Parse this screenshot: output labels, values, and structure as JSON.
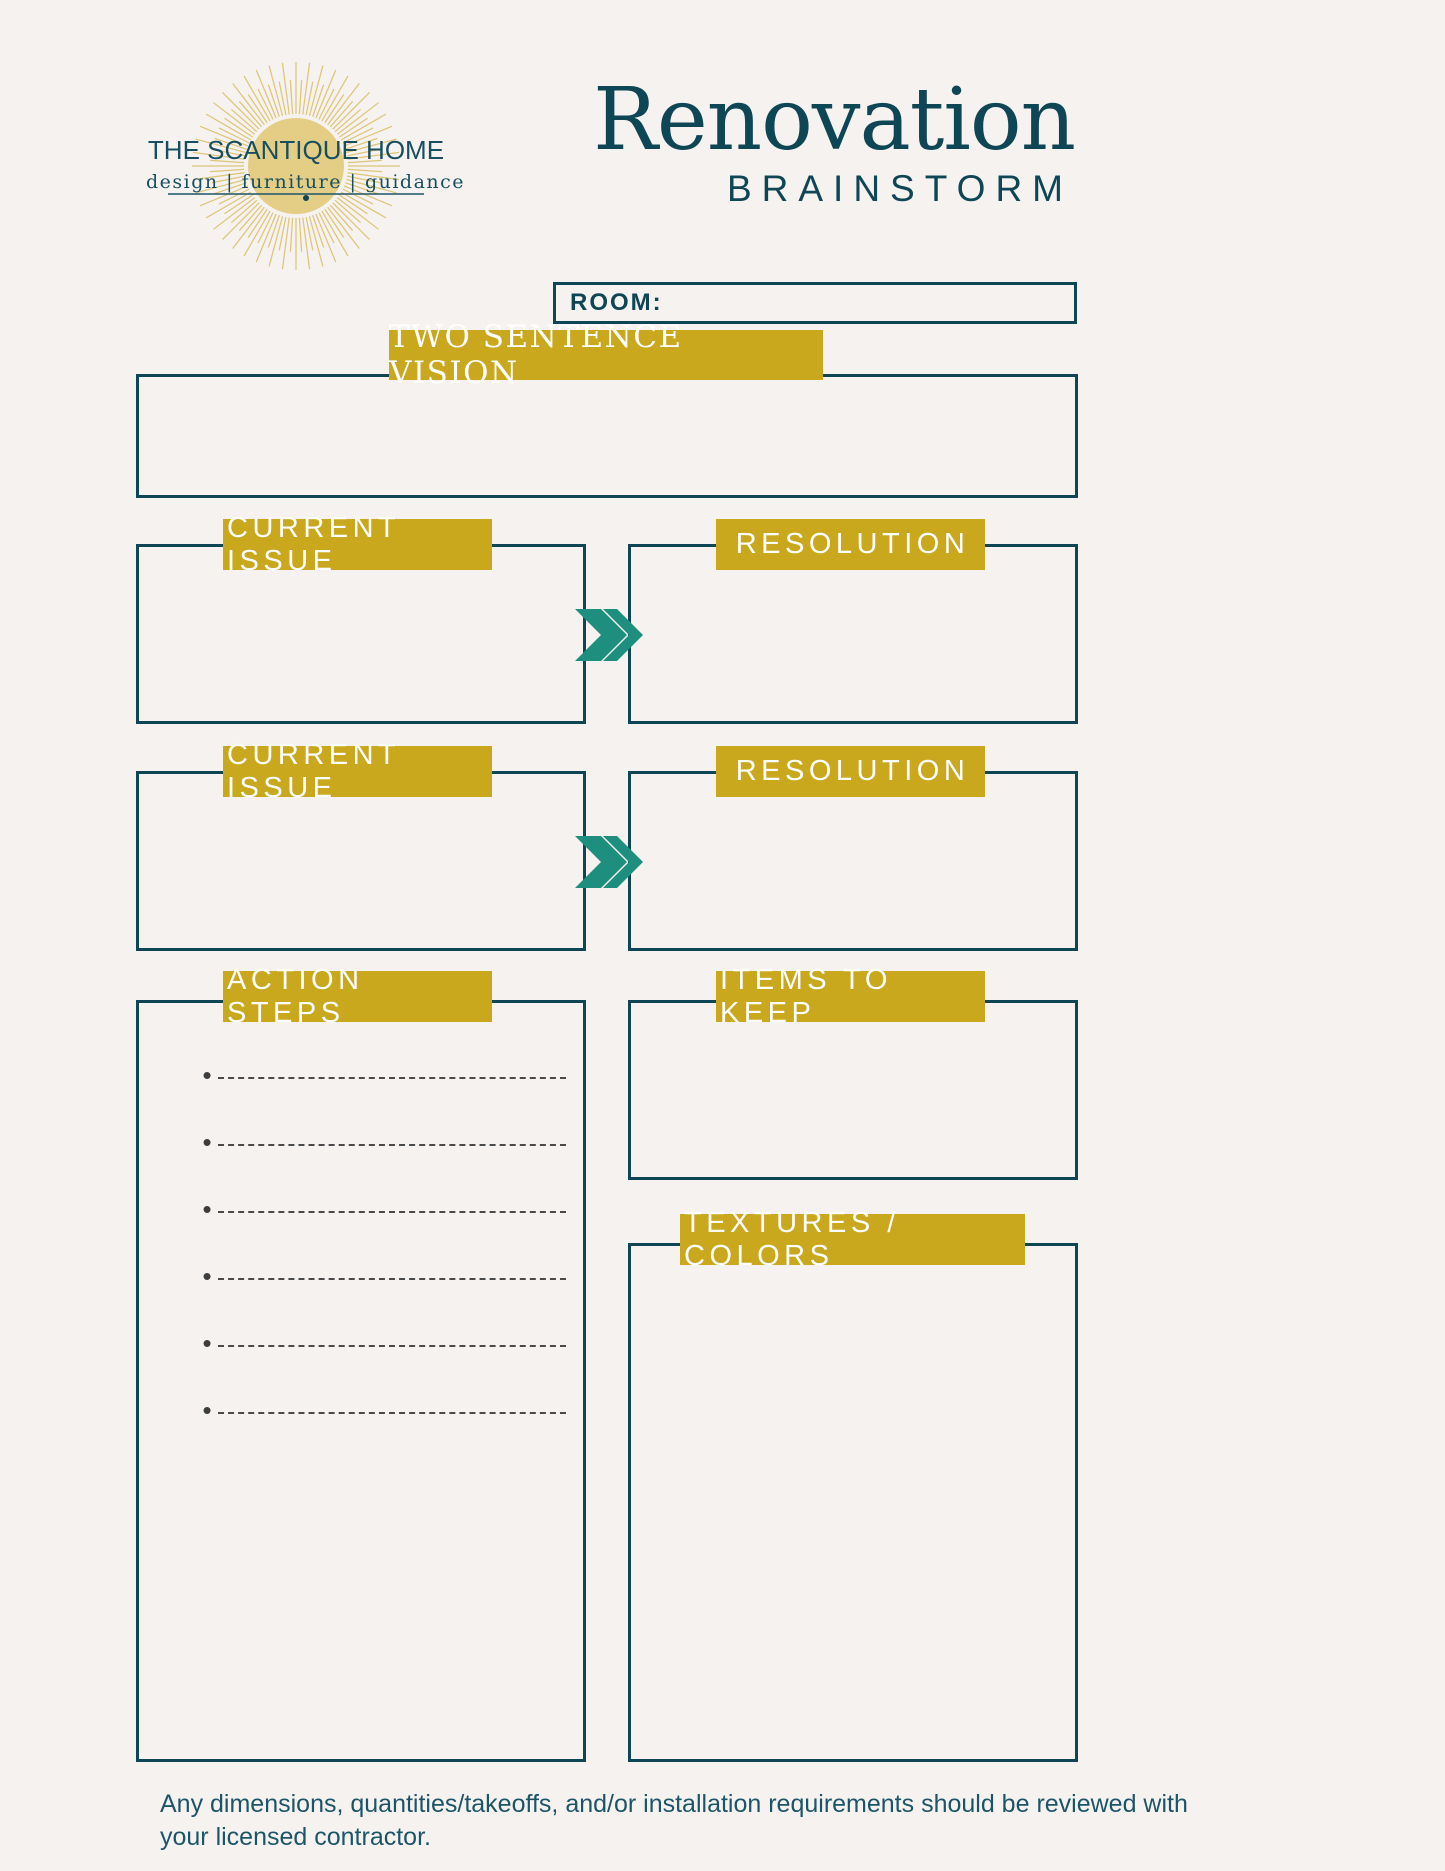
{
  "document": {
    "background_color": "#f6f2f0",
    "accent_gold": "#c9a81e",
    "accent_teal": "#0e4656",
    "accent_green": "#1e8f7e",
    "logo_gold": "#e0c878"
  },
  "logo": {
    "name": "THE SCANTIQUE HOME",
    "tagline": "design | furniture | guidance",
    "icon": "sunburst-icon"
  },
  "header": {
    "title": "Renovation",
    "subtitle": "BRAINSTORM"
  },
  "room": {
    "label": "ROOM:",
    "value": "",
    "placeholder": ""
  },
  "sections": {
    "vision": {
      "label": "TWO SENTENCE VISION",
      "value": ""
    },
    "current_issue_1": {
      "label": "CURRENT ISSUE",
      "value": ""
    },
    "resolution_1": {
      "label": "RESOLUTION",
      "value": ""
    },
    "current_issue_2": {
      "label": "CURRENT ISSUE",
      "value": ""
    },
    "resolution_2": {
      "label": "RESOLUTION",
      "value": ""
    },
    "action_steps": {
      "label": "ACTION STEPS",
      "value": ""
    },
    "items_to_keep": {
      "label": "ITEMS TO KEEP",
      "value": ""
    },
    "textures_colors": {
      "label": "TEXTURES / COLORS",
      "value": ""
    }
  },
  "arrows": [
    {
      "name": "double-chevron-icon",
      "glyph": "»"
    },
    {
      "name": "double-chevron-icon",
      "glyph": "»"
    }
  ],
  "action_step_lines": [
    {
      "bullet": "•",
      "value": ""
    },
    {
      "bullet": "•",
      "value": ""
    },
    {
      "bullet": "•",
      "value": ""
    },
    {
      "bullet": "•",
      "value": ""
    },
    {
      "bullet": "•",
      "value": ""
    },
    {
      "bullet": "•",
      "value": ""
    }
  ],
  "footer": {
    "text": "Any dimensions, quantities/takeoffs, and/or installation requirements should be reviewed with your licensed contractor."
  }
}
